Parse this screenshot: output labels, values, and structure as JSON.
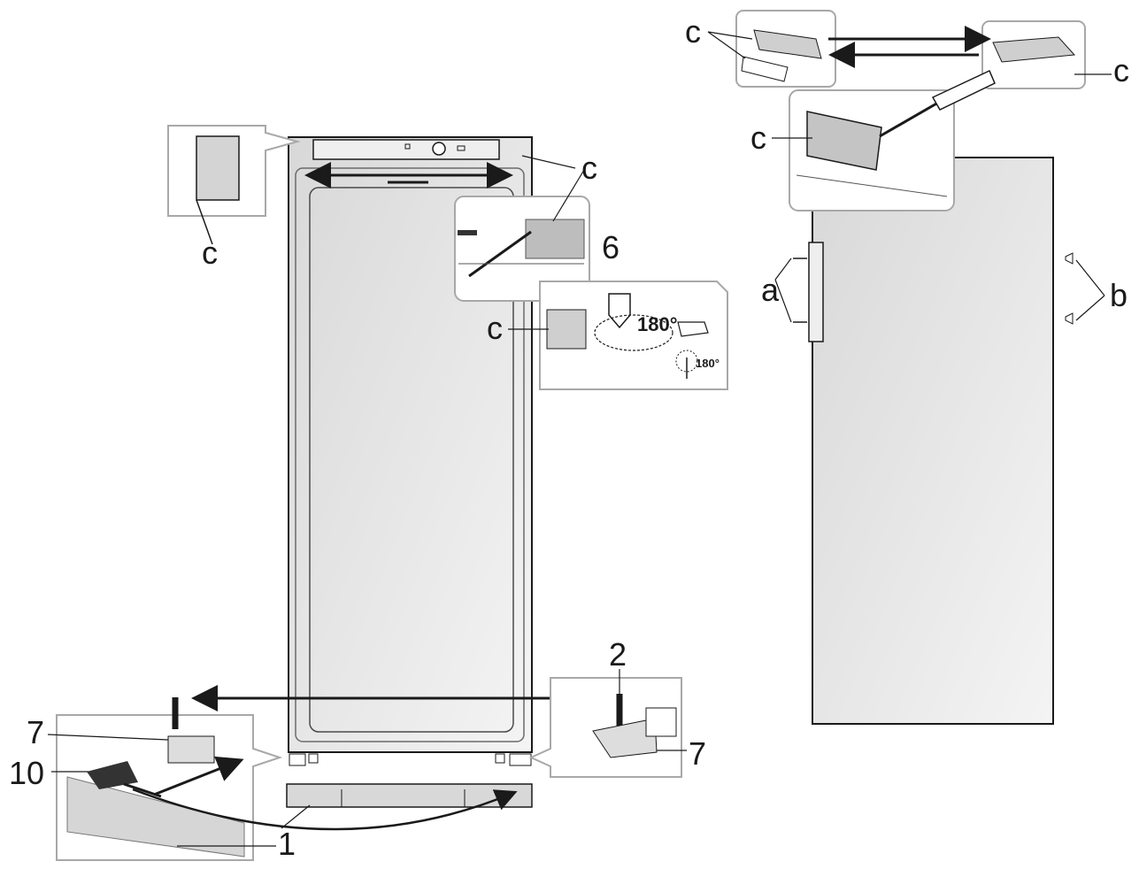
{
  "callouts": {
    "c": "c",
    "a": "a",
    "b": "b",
    "n1": "1",
    "n2": "2",
    "n6": "6",
    "n7": "7",
    "n10": "10"
  },
  "angles": {
    "rotate_big": "180°",
    "rotate_small": "180°"
  },
  "colors": {
    "panel_fill": "#e6e6e6",
    "panel_edge": "#a8a8a8",
    "line": "#1a1a1a",
    "detail_fill": "#c9c9c9"
  }
}
